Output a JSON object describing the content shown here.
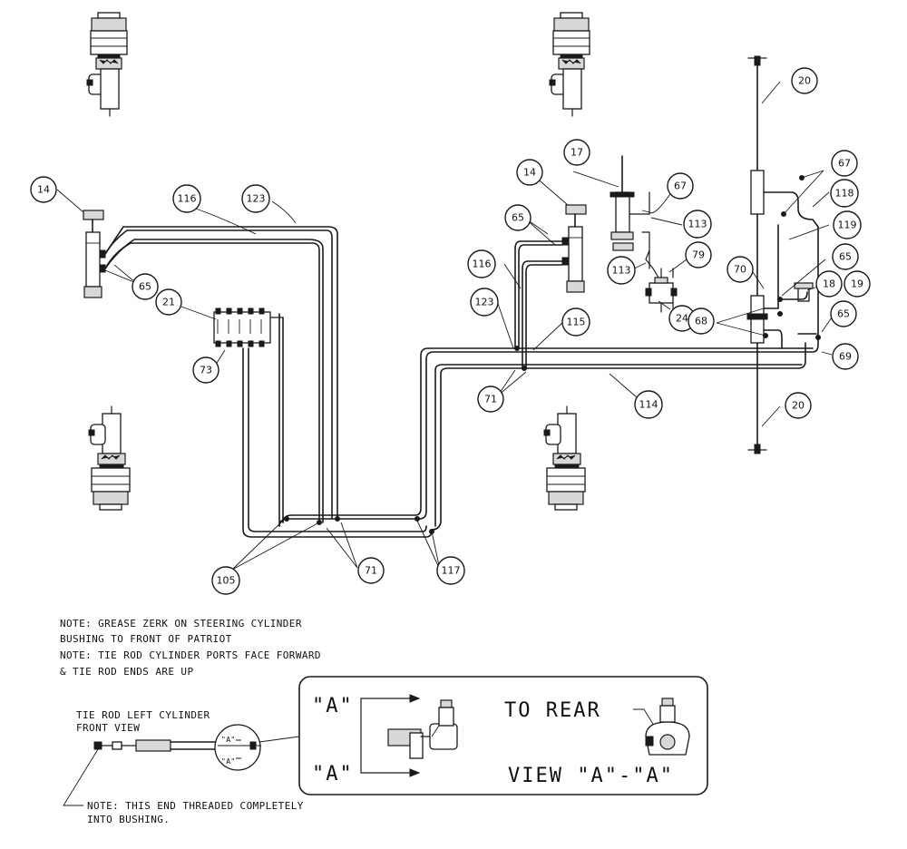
{
  "balloons": [
    {
      "id": "b-14-left",
      "label": "14"
    },
    {
      "id": "b-116-left",
      "label": "116"
    },
    {
      "id": "b-123-left",
      "label": "123"
    },
    {
      "id": "b-65-left",
      "label": "65"
    },
    {
      "id": "b-21",
      "label": "21"
    },
    {
      "id": "b-73",
      "label": "73"
    },
    {
      "id": "b-14-right",
      "label": "14"
    },
    {
      "id": "b-65-mid",
      "label": "65"
    },
    {
      "id": "b-116-right",
      "label": "116"
    },
    {
      "id": "b-123-right",
      "label": "123"
    },
    {
      "id": "b-17",
      "label": "17"
    },
    {
      "id": "b-67-mid",
      "label": "67"
    },
    {
      "id": "b-113-upper",
      "label": "113"
    },
    {
      "id": "b-113-lower",
      "label": "113"
    },
    {
      "id": "b-79",
      "label": "79"
    },
    {
      "id": "b-24",
      "label": "24"
    },
    {
      "id": "b-115",
      "label": "115"
    },
    {
      "id": "b-71-right",
      "label": "71"
    },
    {
      "id": "b-114",
      "label": "114"
    },
    {
      "id": "b-20-top",
      "label": "20"
    },
    {
      "id": "b-67-right",
      "label": "67"
    },
    {
      "id": "b-118",
      "label": "118"
    },
    {
      "id": "b-119",
      "label": "119"
    },
    {
      "id": "b-65-right-upper",
      "label": "65"
    },
    {
      "id": "b-70",
      "label": "70"
    },
    {
      "id": "b-18",
      "label": "18"
    },
    {
      "id": "b-19",
      "label": "19"
    },
    {
      "id": "b-68",
      "label": "68"
    },
    {
      "id": "b-65-right-lower",
      "label": "65"
    },
    {
      "id": "b-69",
      "label": "69"
    },
    {
      "id": "b-20-bottom",
      "label": "20"
    },
    {
      "id": "b-105",
      "label": "105"
    },
    {
      "id": "b-71-bottom",
      "label": "71"
    },
    {
      "id": "b-117",
      "label": "117"
    }
  ],
  "notes": {
    "line1": "NOTE: GREASE ZERK ON STEERING CYLINDER",
    "line2": "BUSHING TO FRONT OF PATRIOT",
    "line3": "NOTE: TIE ROD CYLINDER PORTS FACE FORWARD",
    "line4": "& TIE ROD ENDS ARE UP"
  },
  "tie_rod": {
    "title_line1": "TIE ROD LEFT CYLINDER",
    "title_line2": "FRONT VIEW",
    "end_note_line1": "NOTE: THIS END THREADED COMPLETELY",
    "end_note_line2": "INTO BUSHING.",
    "small_a": "\"A\""
  },
  "detail": {
    "section_top": "\"A\"",
    "section_bottom": "\"A\"",
    "to_rear": "TO REAR",
    "view_label": "VIEW \"A\"-\"A\""
  }
}
